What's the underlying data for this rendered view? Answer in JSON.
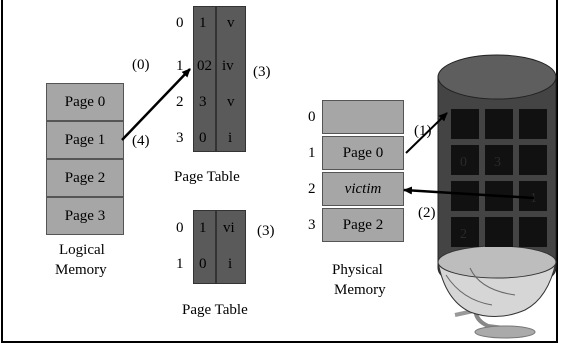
{
  "logical_memory": {
    "pages": [
      "Page 0",
      "Page 1",
      "Page 2",
      "Page 3"
    ],
    "label_line1": "Logical",
    "label_line2": "Memory"
  },
  "page_table_1": {
    "indices": [
      "0",
      "1",
      "2",
      "3"
    ],
    "frames": [
      "1",
      "02",
      "3",
      "0"
    ],
    "bits": [
      "v",
      "iv",
      "v",
      "i"
    ],
    "caption": "Page Table"
  },
  "page_table_2": {
    "indices": [
      "0",
      "1"
    ],
    "frames": [
      "1",
      "0"
    ],
    "bits": [
      "vi",
      "i"
    ],
    "caption": "Page Table"
  },
  "physical_memory": {
    "indices": [
      "0",
      "1",
      "2",
      "3"
    ],
    "frames": [
      "",
      "Page 0",
      "victim",
      "Page 2"
    ],
    "label_line1": "Physical",
    "label_line2": "Memory"
  },
  "disk": {
    "block_labels": [
      "0",
      "3",
      "1",
      "2"
    ]
  },
  "step_labels": {
    "s0": "(0)",
    "s1": "(1)",
    "s2": "(2)",
    "s3a": "(3)",
    "s3b": "(3)",
    "s4": "(4)"
  },
  "colors": {
    "page_fill": "#a6a6a6",
    "table_fill": "#5a5a5a",
    "disk_body": "#444444",
    "disk_block": "#111111"
  }
}
